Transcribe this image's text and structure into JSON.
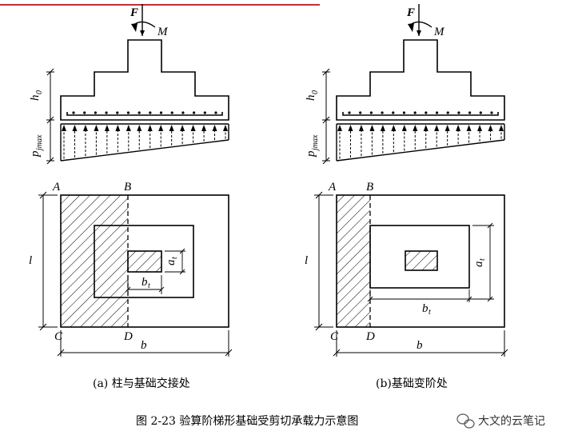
{
  "figure_caption": "图 2-23   验算阶梯形基础受剪切承载力示意图",
  "watermark": "大文的云笔记",
  "labels": {
    "force": "F",
    "moment": "M",
    "height": "h",
    "height_sub": "0",
    "pressure": "p",
    "pressure_sub": "jmax",
    "length": "l",
    "width": "b",
    "corner_a": "A",
    "corner_b": "B",
    "corner_c": "C",
    "corner_d": "D",
    "col_a": "a",
    "col_a_sub": "t",
    "col_b": "b",
    "col_b_sub": "t"
  },
  "captions": {
    "left": "(a) 柱与基础交接处",
    "right": "(b)基础变阶处"
  },
  "colors": {
    "header_line": "#d9262b",
    "line": "#000000"
  },
  "icons": {
    "watermark": "wechat-icon"
  }
}
